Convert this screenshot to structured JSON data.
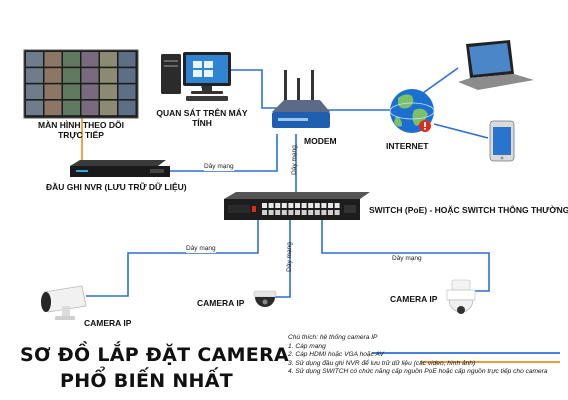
{
  "nodes": {
    "monitor": "MÀN HÌNH THEO DÕI\nTRỰC TIẾP",
    "pc": "QUAN SÁT TRÊN MÁY\nTÍNH",
    "modem": "MODEM",
    "internet": "INTERNET",
    "nvr": "ĐẦU GHI NVR (LƯU TRỮ DỮ LIỆU)",
    "switch": "SWITCH (PoE)  - HOẶC SWITCH THÔNG THƯỜNG",
    "camera_left": "CAMERA IP",
    "camera_mid": "CAMERA IP",
    "camera_right": "CAMERA IP"
  },
  "cables": {
    "nvr_modem": "Dây mạng",
    "modem_switch": "Dây mạng",
    "switch_cam_left": "Dây mạng",
    "switch_cam_mid": "Dây mạng",
    "switch_cam_right": "Dây mạng"
  },
  "legend": {
    "title": "Chú thích: hệ thống camera IP",
    "items": [
      {
        "text": "1. Cáp mạng",
        "color": "#2a6fd6"
      },
      {
        "text": "2. Cáp HDMI hoặc VGA hoặc AV",
        "color": "#f08a1c"
      },
      {
        "text": "3. Sử dụng đầu ghi NVR để lưu trữ dữ liệu (các video, hình ảnh)"
      },
      {
        "text": "4. Sử dụng SWITCH có chức năng cấp nguồn PoE hoặc cấp nguồn trực tiếp cho camera"
      }
    ]
  },
  "headline": [
    "SƠ ĐỒ LẮP ĐẶT CAMERA",
    "PHỔ BIẾN NHẤT"
  ],
  "colors": {
    "network_cable": "#2a6fd6",
    "video_cable": "#f08a1c",
    "alert": "#e02a1a"
  },
  "icons": [
    "monitor-wall-icon",
    "desktop-pc-icon",
    "router-icon",
    "globe-icon",
    "laptop-icon",
    "smartphone-icon",
    "nvr-recorder-icon",
    "poe-switch-icon",
    "bullet-camera-icon",
    "dome-camera-icon",
    "ptz-camera-icon"
  ]
}
